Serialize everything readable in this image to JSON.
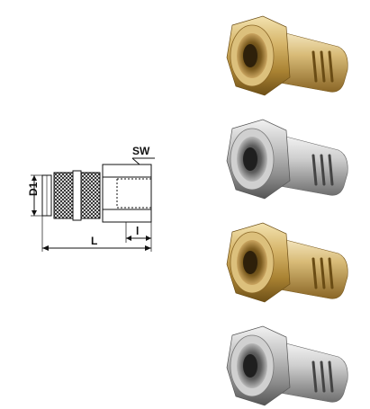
{
  "drawing": {
    "label_sw": "SW",
    "label_d1": "D1",
    "label_L": "L",
    "label_l": "l"
  },
  "photos": [
    {
      "name": "brass-coupling-photo-1",
      "finish": "brass"
    },
    {
      "name": "steel-coupling-photo-1",
      "finish": "steel"
    },
    {
      "name": "brass-coupling-photo-2",
      "finish": "brass"
    },
    {
      "name": "steel-coupling-photo-2",
      "finish": "steel"
    }
  ],
  "colors": {
    "brass_light": "#ead9a4",
    "brass_mid": "#c8a45a",
    "brass_dark": "#7a5a1e",
    "steel_light": "#e6e6e6",
    "steel_mid": "#b2b2b2",
    "steel_dark": "#5f5f5f",
    "line": "#111111"
  }
}
